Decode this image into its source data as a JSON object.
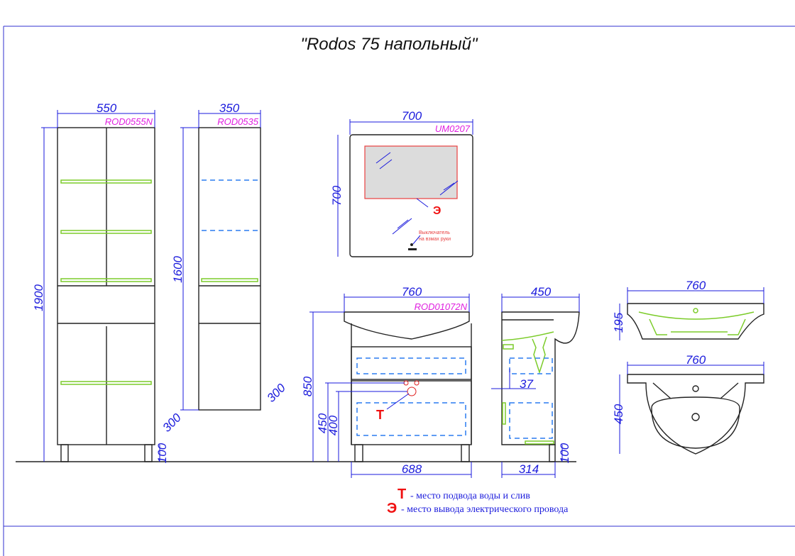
{
  "title": "\"Rodos 75 напольный\"",
  "tall_cabinet": {
    "code": "ROD0555N",
    "width": "550",
    "height": "1900",
    "depth": "300",
    "leg_height": "100"
  },
  "narrow_cabinet": {
    "code": "ROD0535",
    "width": "350",
    "height": "1600",
    "depth": "300"
  },
  "mirror": {
    "code": "UM0207",
    "width": "700",
    "height": "700",
    "switch_label_1": "Выключатель",
    "switch_label_2": "на взмах руки",
    "mark": "Э"
  },
  "vanity": {
    "code": "ROD01072N",
    "width": "760",
    "body_width": "688",
    "height": "850",
    "water_height": "450",
    "drain_height": "400",
    "mark": "Т"
  },
  "vanity_side": {
    "depth": "450",
    "body_depth": "314",
    "offset": "37",
    "leg_height": "100"
  },
  "sink_side": {
    "width": "760",
    "height": "195"
  },
  "sink_top": {
    "width": "760",
    "depth": "450"
  },
  "legend": [
    {
      "mark": "Т",
      "text": "- место подвода воды и слив"
    },
    {
      "mark": "Э",
      "text": "- место вывода электрического провода"
    }
  ]
}
